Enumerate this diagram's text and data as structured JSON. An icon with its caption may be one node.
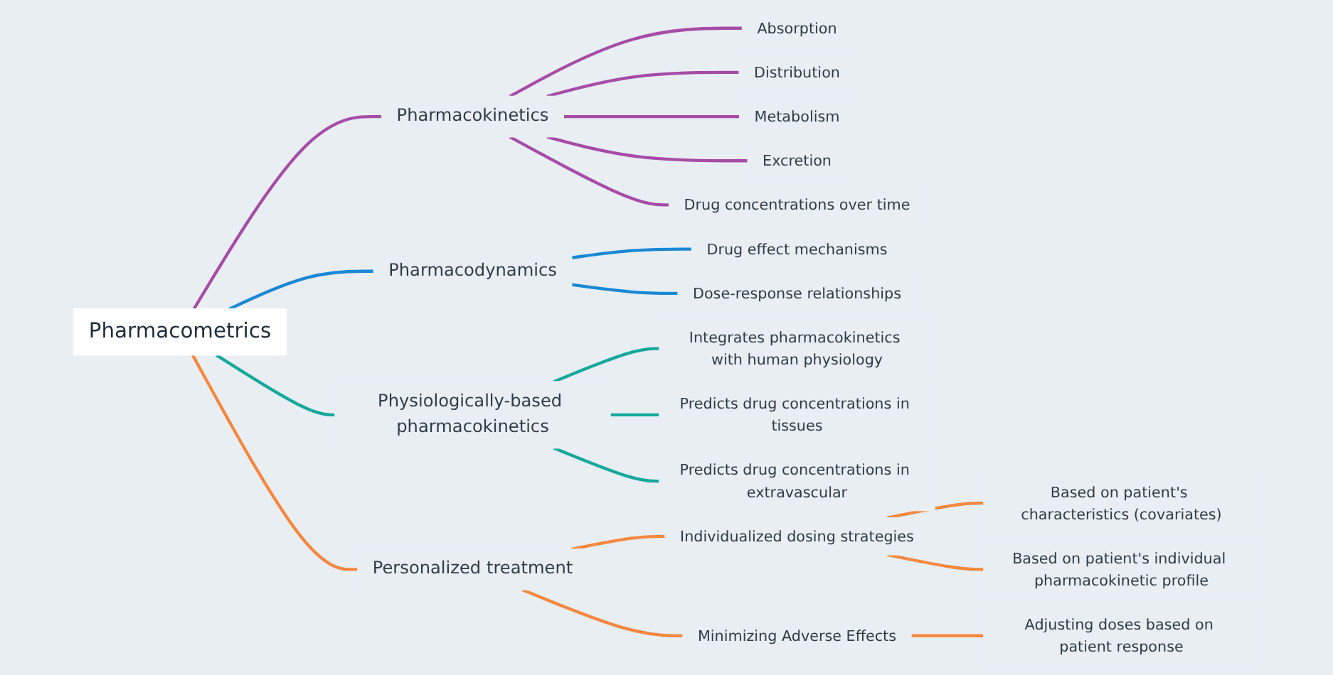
{
  "diagram": {
    "nodes": [
      {
        "text": [
          "Pharmacometrics"
        ]
      },
      {
        "text": [
          "Pharmacokinetics"
        ]
      },
      {
        "text": [
          "Absorption"
        ]
      },
      {
        "text": [
          "Distribution"
        ]
      },
      {
        "text": [
          "Metabolism"
        ]
      },
      {
        "text": [
          "Excretion"
        ]
      },
      {
        "text": [
          "Drug concentrations over time"
        ]
      },
      {
        "text": [
          "Pharmacodynamics"
        ]
      },
      {
        "text": [
          "Drug effect mechanisms"
        ]
      },
      {
        "text": [
          "Dose-response relationships"
        ]
      },
      {
        "text": [
          "Physiologically-based pharmacokinetics"
        ]
      },
      {
        "text": [
          "Integrates pharmacokinetics with human physiology"
        ]
      },
      {
        "text": [
          "Predicts drug concentrations in tissues"
        ]
      },
      {
        "text": [
          "Predicts drug concentrations in extravascular"
        ]
      },
      {
        "text": [
          "Personalized treatment"
        ]
      },
      {
        "text": [
          "Individualized dosing strategies"
        ]
      },
      {
        "text": [
          "Based on patient's characteristics (covariates)"
        ]
      },
      {
        "text": [
          "Based on patient's individual pharmacokinetic profile"
        ]
      },
      {
        "text": [
          "Minimizing Adverse Effects"
        ]
      },
      {
        "text": [
          "Adjusting doses based on patient response"
        ]
      }
    ],
    "edges": [
      {
        "from": 0,
        "to": 1,
        "arrow": "none",
        "color": "#a64ca6"
      },
      {
        "from": 1,
        "to": 2,
        "arrow": "none",
        "color": "#a64ca6"
      },
      {
        "from": 1,
        "to": 3,
        "arrow": "none",
        "color": "#a64ca6"
      },
      {
        "from": 1,
        "to": 4,
        "arrow": "none",
        "color": "#a64ca6"
      },
      {
        "from": 1,
        "to": 5,
        "arrow": "none",
        "color": "#a64ca6"
      },
      {
        "from": 1,
        "to": 6,
        "arrow": "none",
        "color": "#a64ca6"
      },
      {
        "from": 0,
        "to": 7,
        "arrow": "none",
        "color": "#1a88d4"
      },
      {
        "from": 7,
        "to": 8,
        "arrow": "none",
        "color": "#1a88d4"
      },
      {
        "from": 7,
        "to": 9,
        "arrow": "none",
        "color": "#1a88d4"
      },
      {
        "from": 0,
        "to": 10,
        "arrow": "none",
        "color": "#14a89a"
      },
      {
        "from": 10,
        "to": 11,
        "arrow": "none",
        "color": "#14a89a"
      },
      {
        "from": 10,
        "to": 12,
        "arrow": "none",
        "color": "#14a89a"
      },
      {
        "from": 10,
        "to": 13,
        "arrow": "none",
        "color": "#14a89a"
      },
      {
        "from": 0,
        "to": 14,
        "arrow": "none",
        "color": "#f5883f"
      },
      {
        "from": 14,
        "to": 15,
        "arrow": "none",
        "color": "#f5883f"
      },
      {
        "from": 15,
        "to": 16,
        "arrow": "none",
        "color": "#f5883f"
      },
      {
        "from": 15,
        "to": 17,
        "arrow": "none",
        "color": "#f5883f"
      },
      {
        "from": 14,
        "to": 18,
        "arrow": "none",
        "color": "#f5883f"
      },
      {
        "from": 18,
        "to": 19,
        "arrow": "none",
        "color": "#f5883f"
      }
    ]
  }
}
